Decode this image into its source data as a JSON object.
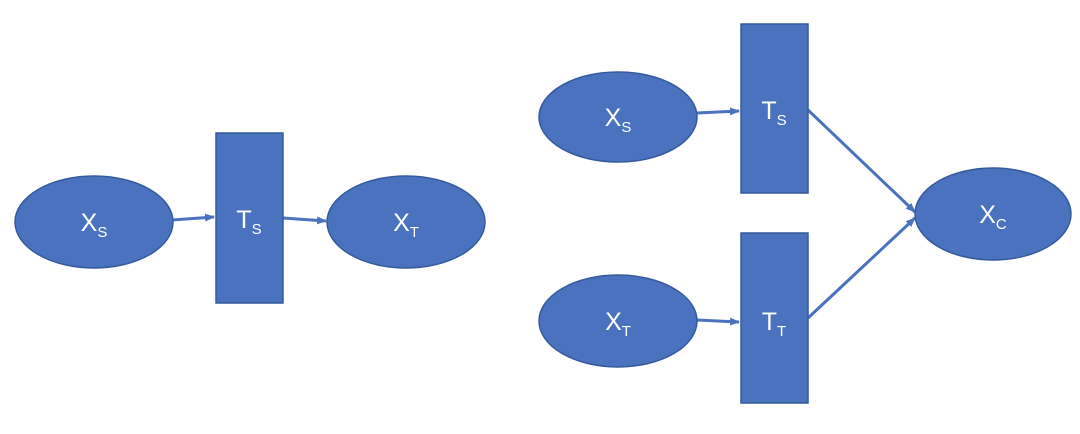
{
  "colors": {
    "node_fill": "#4A72BF",
    "node_stroke": "#355A9C",
    "arrow": "#4A72BF",
    "text": "#FFFFFF",
    "background": "#FFFFFF"
  },
  "left_diagram": {
    "source_node": {
      "main": "X",
      "sub": "S"
    },
    "transform_node": {
      "main": "T",
      "sub": "S"
    },
    "target_node": {
      "main": "X",
      "sub": "T"
    }
  },
  "right_diagram": {
    "source_node": {
      "main": "X",
      "sub": "S"
    },
    "target_node": {
      "main": "X",
      "sub": "T"
    },
    "source_transform": {
      "main": "T",
      "sub": "S"
    },
    "target_transform": {
      "main": "T",
      "sub": "T"
    },
    "combined_node": {
      "main": "X",
      "sub": "C"
    }
  }
}
